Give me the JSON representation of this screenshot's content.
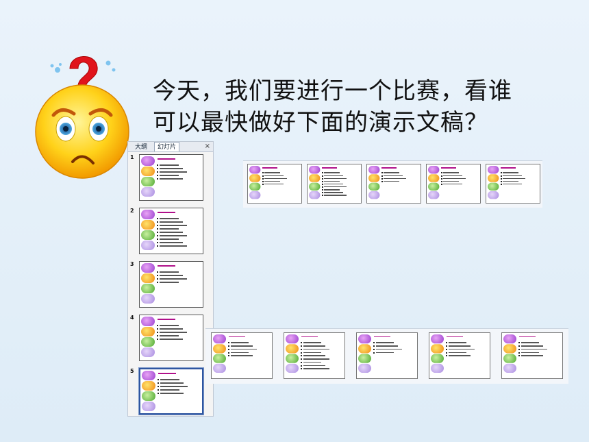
{
  "heading": {
    "line1": "今天，我们要进行一个比赛，看谁",
    "line2": "可以最快做好下面的演示文稿？"
  },
  "panel": {
    "tabs": [
      "大纲",
      "幻灯片"
    ],
    "close_glyph": "×",
    "slide_numbers": [
      "1",
      "2",
      "3",
      "4",
      "5"
    ],
    "selected": 5
  },
  "icons": {
    "emoji": "confused-face-icon",
    "question": "question-mark-icon"
  },
  "colors": {
    "background": "#e2eef8",
    "selection_border": "#2e55a0",
    "mini_title": "#b0108a"
  }
}
